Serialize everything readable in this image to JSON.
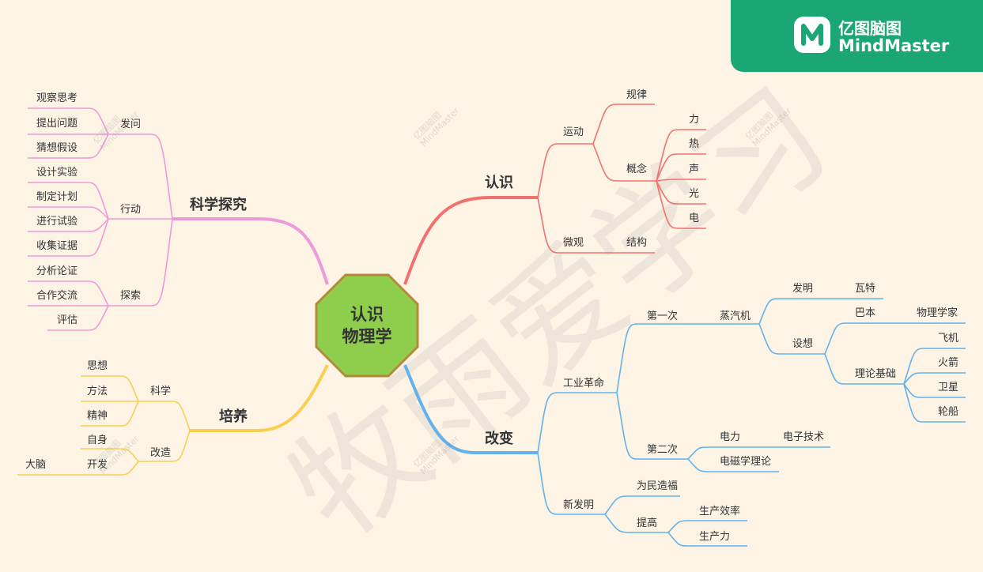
{
  "colors": {
    "background": "#fdf4e6",
    "center_fill": "#8fce4d",
    "center_border": "#b38a3a",
    "branch_renshi": "#f2716f",
    "branch_kexue": "#ef9ad8",
    "branch_peiyang": "#f9cf52",
    "branch_gaibian": "#63b2ec",
    "logo_bg": "#1aa774"
  },
  "logo": {
    "icon": "mindmaster-logo-icon",
    "line1": "亿图脑图",
    "line2": "MindMaster"
  },
  "watermark": {
    "text": "牧雨爱学习",
    "small": "亿图脑图\nMindMaster"
  },
  "center": {
    "line1": "认识",
    "line2": "物理学"
  },
  "branches": {
    "renshi": {
      "label": "认识",
      "yundong": {
        "label": "运动",
        "guilv": "规律",
        "gainian": "概念",
        "items": [
          "力",
          "热",
          "声",
          "光",
          "电"
        ]
      },
      "weiguan": {
        "label": "微观",
        "jiegou": "结构"
      }
    },
    "kexue": {
      "label": "科学探究",
      "fawen": {
        "label": "发问",
        "items": [
          "观察思考",
          "提出问题",
          "猜想假设"
        ]
      },
      "xingdong": {
        "label": "行动",
        "items": [
          "设计实验",
          "制定计划",
          "进行试验",
          "收集证据"
        ]
      },
      "tansuo": {
        "label": "探索",
        "items": [
          "分析论证",
          "合作交流",
          "评估"
        ]
      }
    },
    "peiyang": {
      "label": "培养",
      "kexue": {
        "label": "科学",
        "items": [
          "思想",
          "方法",
          "精神"
        ]
      },
      "gaizao": {
        "label": "改造",
        "zishen": "自身",
        "kaifa": "开发",
        "danao": "大脑"
      }
    },
    "gaibian": {
      "label": "改变",
      "gongye": {
        "label": "工业革命",
        "first": {
          "label": "第一次",
          "zhengqiji": "蒸汽机",
          "faming": "发明",
          "wate": "瓦特",
          "shexiang": "设想",
          "baben": "巴本",
          "wulixuejia": "物理学家",
          "lilun": "理论基础",
          "items": [
            "飞机",
            "火箭",
            "卫星",
            "轮船"
          ]
        },
        "second": {
          "label": "第二次",
          "dianli": "电力",
          "dianzi": "电子技术",
          "diancixue": "电磁学理论"
        }
      },
      "xinfaming": {
        "label": "新发明",
        "weimin": "为民造福",
        "tigao": "提高",
        "items": [
          "生产效率",
          "生产力"
        ]
      }
    }
  }
}
